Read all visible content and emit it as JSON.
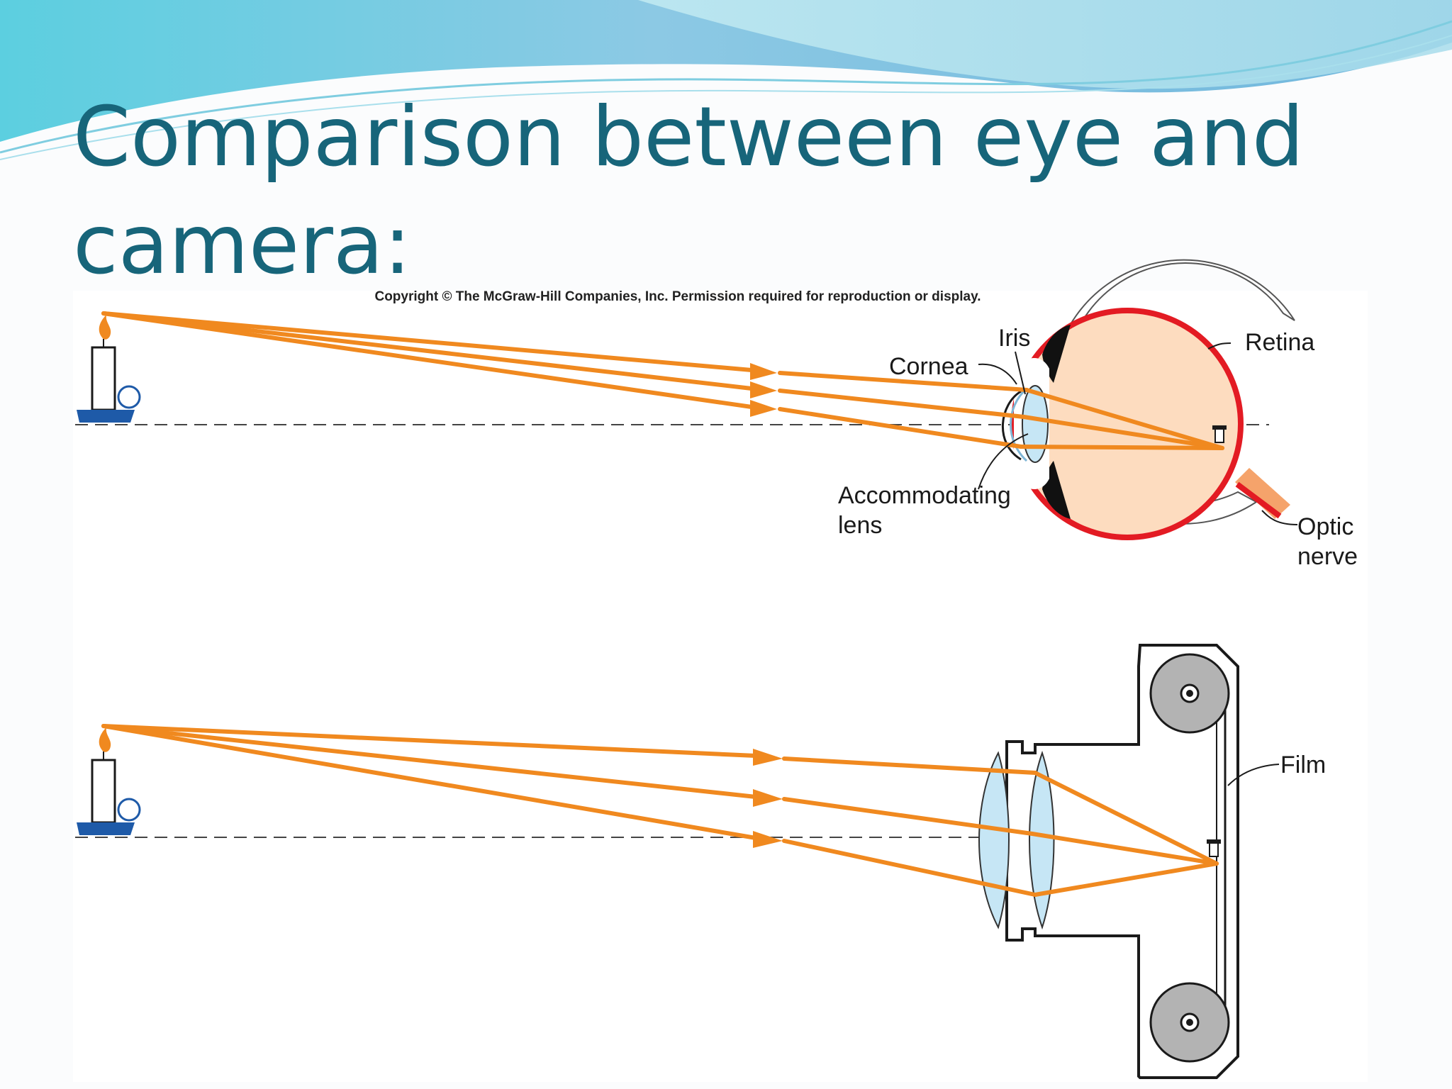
{
  "slide": {
    "title": "Comparison between eye and camera:"
  },
  "figure": {
    "copyright": "Copyright © The McGraw-Hill Companies, Inc. Permission required for reproduction or display.",
    "eye_labels": {
      "iris": "Iris",
      "cornea": "Cornea",
      "retina": "Retina",
      "accommodating_lens_line1": "Accommodating",
      "accommodating_lens_line2": "lens",
      "optic_nerve_line1": "Optic",
      "optic_nerve_line2": "nerve"
    },
    "camera_labels": {
      "film": "Film"
    }
  },
  "colors": {
    "title": "#17657a",
    "ray": "#f0891f",
    "retina": "#e31b23",
    "eye_fill": "#fddcbf",
    "lens_fill": "#c6e6f5",
    "candle_base": "#1e5aa8",
    "banner_teal": "#5fc9dc"
  }
}
